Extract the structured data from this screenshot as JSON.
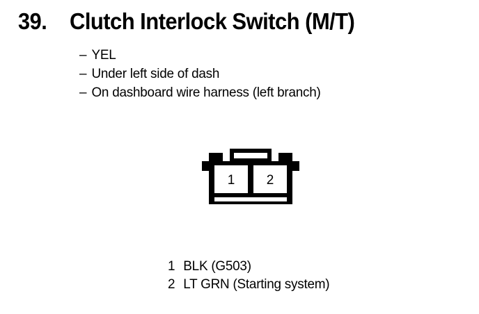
{
  "document": {
    "background_color": "#ffffff",
    "ink_color": "#000000"
  },
  "header": {
    "number": "39.",
    "title": "Clutch Interlock Switch (M/T)"
  },
  "details": {
    "dash": "–",
    "items": [
      {
        "text": "YEL"
      },
      {
        "text": "Under left side of dash"
      },
      {
        "text": "On dashboard wire harness (left branch)"
      }
    ]
  },
  "connector": {
    "name": "2-pin connector",
    "pins": [
      {
        "number": "1"
      },
      {
        "number": "2"
      }
    ]
  },
  "legend": {
    "rows": [
      {
        "number": "1",
        "label": "BLK (G503)"
      },
      {
        "number": "2",
        "label": "LT GRN (Starting system)"
      }
    ]
  }
}
